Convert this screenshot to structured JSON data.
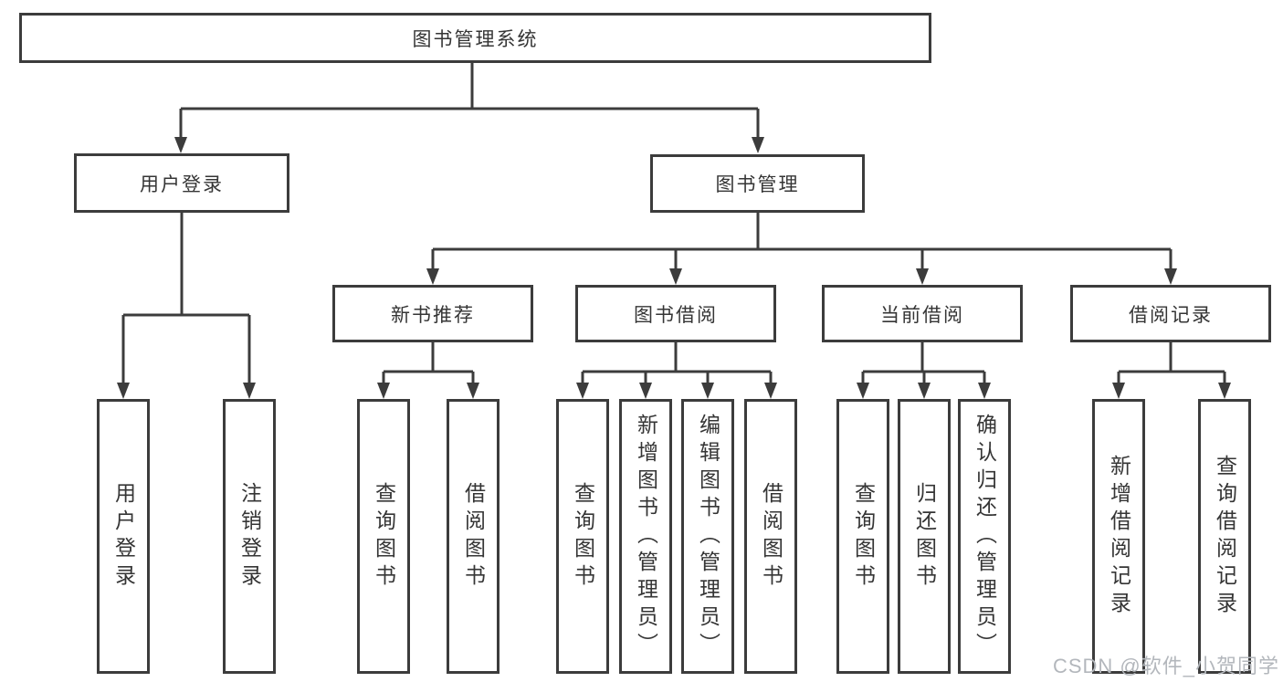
{
  "diagram": {
    "root": {
      "label": "图书管理系统"
    },
    "branches": [
      {
        "label": "用户登录",
        "children": [
          {
            "label": "用户登录"
          },
          {
            "label": "注销登录"
          }
        ]
      },
      {
        "label": "图书管理",
        "children": [
          {
            "label": "新书推荐",
            "children": [
              {
                "label": "查询图书"
              },
              {
                "label": "借阅图书"
              }
            ]
          },
          {
            "label": "图书借阅",
            "children": [
              {
                "label": "查询图书"
              },
              {
                "label": "新增图书（管理员）"
              },
              {
                "label": "编辑图书（管理员）"
              },
              {
                "label": "借阅图书"
              }
            ]
          },
          {
            "label": "当前借阅",
            "children": [
              {
                "label": "查询图书"
              },
              {
                "label": "归还图书"
              },
              {
                "label": "确认归还（管理员）"
              }
            ]
          },
          {
            "label": "借阅记录",
            "children": [
              {
                "label": "新增借阅记录"
              },
              {
                "label": "查询借阅记录"
              }
            ]
          }
        ]
      }
    ]
  },
  "watermark": {
    "text": "CSDN @软件_小贺同学"
  },
  "colors": {
    "line": "#3c3c3c",
    "text": "#353535",
    "background": "#ffffff",
    "watermark": "#b3b7bc"
  }
}
